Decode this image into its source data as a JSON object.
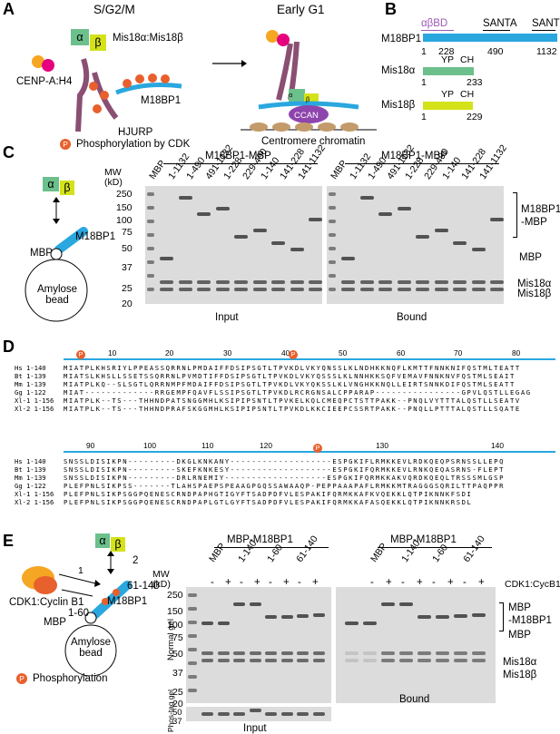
{
  "panelA": {
    "label": "A",
    "phase_left": "S/G2/M",
    "phase_right": "Early G1",
    "alpha": "α",
    "beta": "β",
    "complex": "Mis18α:Mis18β",
    "cenpa": "CENP-A:H4",
    "m18bp1": "M18BP1",
    "hjurp": "HJURP",
    "p": "P",
    "legend": "Phosphorylation by CDK",
    "ccan": "CCAN",
    "chromatin": "Centromere chromatin"
  },
  "panelB": {
    "label": "B",
    "m18bp1": {
      "name": "M18BP1",
      "abbd": "αβBD",
      "santa": "SANTA",
      "sant": "SANT",
      "n1": "1",
      "n228": "228",
      "n490": "490",
      "n1132": "1132"
    },
    "mis18a": {
      "name": "Mis18α",
      "yp": "YP",
      "ch": "CH",
      "n1": "1",
      "nend": "233"
    },
    "mis18b": {
      "name": "Mis18β",
      "yp": "YP",
      "ch": "CH",
      "n1": "1",
      "nend": "229"
    },
    "colors": {
      "m18bp1": "#2aa7df",
      "mis18a": "#6cc08b",
      "mis18b": "#d4e21a",
      "abbd": "#9b59b6"
    }
  },
  "panelC": {
    "label": "C",
    "alpha": "α",
    "beta": "β",
    "m18bp1": "M18BP1",
    "mbp": "MBP",
    "bead": "Amylose bead",
    "group_title": "M18BP1-MBP",
    "mw_header": "MW\n(kD)",
    "mw": [
      "250",
      "150",
      "100",
      "75",
      "50",
      "37",
      "25",
      "20"
    ],
    "lanes": [
      "MBP",
      "1-1132",
      "1-490",
      "491-1132",
      "1-228",
      "229-490",
      "1-140",
      "141-228",
      "141-1132"
    ],
    "input_label": "Input",
    "bound_label": "Bound",
    "right_labels": {
      "m18bp1": "M18BP1",
      "mbp_suffix": "-MBP",
      "mbp": "MBP",
      "mis18a": "Mis18α",
      "mis18b": "Mis18β"
    }
  },
  "panelD": {
    "label": "D",
    "p": "P",
    "ticks1": [
      "10",
      "20",
      "30",
      "40",
      "50",
      "60",
      "70",
      "80"
    ],
    "ticks2": [
      "90",
      "100",
      "110",
      "120",
      "130",
      "140"
    ],
    "names": [
      "Hs 1-140",
      "Bt 1-139",
      "Mm 1-139",
      "Gg 1-122",
      "Xl-1 1-156",
      "Xl-2 1-156"
    ],
    "block1": [
      "MIATPLKHSRIYLPPEASSQRRNLPMDAIFFDSIPSGTLTPVKDLVKYQNSSLKLNDHKKNQFLKMTTFNNKNIFQSTMLTEATT",
      "MIATSLKHSLLSSETSSQRRNLPVMDTIFFDSIPSGTLTPVKDLVKYQSSSLKLNNHKKSQFVEMAVFNNKNVFQSTMLSEAIT",
      "MIATPLKQ--SLSGTLQRRNMPFMDAIFFDSIPSGTLTPVKDLVKYQKSSLKLVNGHKKNQLLEIRTSNNKDIFQSTMLSEATT",
      "MIAT-------------RRGEMPFQAVFLSSIPSGTLTPVKDLRCRGNSALCPPARAP----------------GPVLQSTLLEGAG",
      "MIATPLK--TS---THHNDPATSNGGMHLKSIPIPSNTLTPVKELKQLCMEQPCTSTTPAKK--PNQLVYTTTALQSTLLSEATV",
      "MIATPLK--TS---THHNDPRAFSKGGMHLKSIPIPSNTLTPVKDLKKCIEEPCSSRTPAKK--PNQLLPTTTALQSTLLSQATE"
    ],
    "block2": [
      "SNSSLDISIKPN---------DKGLKNKANY-------------------ESPGKIFLRMKKEVLRDKQEQPSRNSSLLEPQ",
      "SNSSLDISIKPN---------SKEFKNKESY-------------------ESPGKIFQRMKKEVLRNKQEQASRNS-FLEPT",
      "SNSSLDISIKPN---------DRLRNEMIY-------------------ESPGKIFQRMKKAKVQRDKQEQLTRSSSMLGSP",
      "PLEFPNLSIKPSS-------TLAHSPAEPSPEAAGPGQSSAWAAQP-PEPPAAAPAFLRMKKMTRAGGGSQRILTTPAQPPR",
      "PLEFPNLSIKPSGGPQENESCRNDPAPHGTIGYFTSADPDFVLESPAKIFQRMKKAFKVQEKKLQTPIKNNKFSDI",
      "PLEFPNLSIKPSGGPQENESCRNDPAPLGTLGYFTSADPDFVLESPAKIFQRMKKAFASQEKKLQTPIKNNKRSDL"
    ]
  },
  "panelE": {
    "label": "E",
    "alpha": "α",
    "beta": "β",
    "step1": "1",
    "step2": "2",
    "kinase": "CDK1:Cyclin B1",
    "c1": "1-60",
    "c2": "61-140",
    "m18bp1": "M18BP1",
    "mbp": "MBP",
    "bead": "Amylose bead",
    "legend": "Phosphorylation",
    "p": "P",
    "group_title": "MBP-M18BP1",
    "mw_header": "MW\n(kD)",
    "mw": [
      "250",
      "150",
      "100",
      "75",
      "50",
      "37",
      "25",
      "20"
    ],
    "phos_mw": [
      "50",
      "37"
    ],
    "lanes": [
      "MBP",
      "1-140",
      "1-60",
      "61-140"
    ],
    "signs": [
      "-",
      "+",
      "-",
      "+",
      "-",
      "+",
      "-",
      "+"
    ],
    "cdk_label": "CDK1:CycB1",
    "normal_gel": "Normal gel",
    "phostag_gel": "Phos-tag gel",
    "input_label": "Input",
    "bound_label": "Bound",
    "right_labels": {
      "mbp": "MBP",
      "m18bp1": "-M18BP1",
      "mbp2": "MBP",
      "mis18a": "Mis18α",
      "mis18b": "Mis18β"
    }
  }
}
